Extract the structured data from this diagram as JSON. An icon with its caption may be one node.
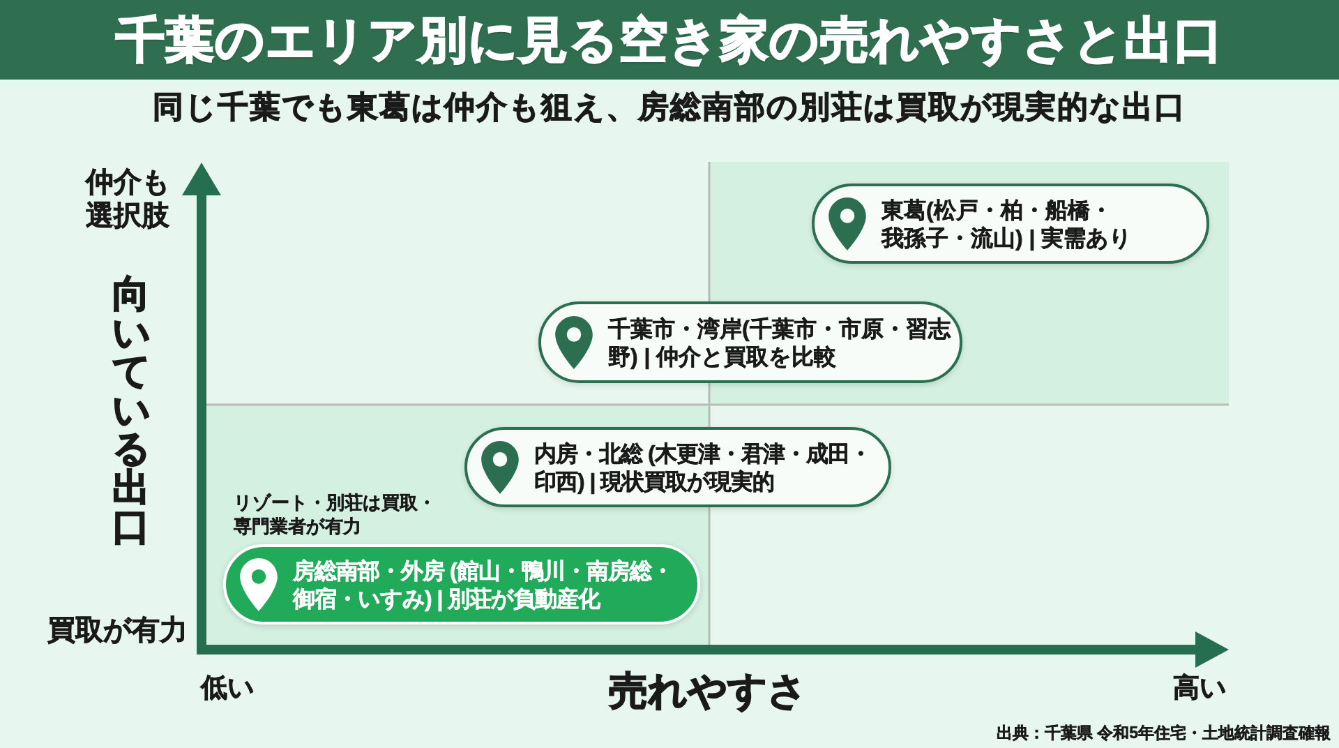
{
  "diagram": {
    "title": "千葉のエリア別に見る空き家の売れやすさと出口",
    "nodes": [
      {
        "text": [
          "東葛(松戸・柏・船橋・我孫子・流山) | 実需あり"
        ]
      },
      {
        "text": [
          "千葉市・湾岸(千葉市・市原・習志野) | 仲介と買取を比較"
        ]
      },
      {
        "text": [
          "内房・北総 (木更津・君津・成田・印西) | 現状買取が現実的"
        ]
      },
      {
        "text": [
          "房総南部・外房 (館山・鴨川・南房総・御宿・いすみ) | 別荘が負動産化"
        ],
        "beside": [
          "リゾート・別荘は買取・専門業者が有力"
        ]
      }
    ],
    "labels": [
      "同じ千葉でも東葛は仲介も狙え、房総南部の別荘は買取が現実的な出口",
      "仲介も選択肢",
      "向いている出口",
      "買取が有力",
      "低い",
      "売れやすさ",
      "高い",
      "出典：千葉県 令和5年住宅・土地統計調査確報"
    ]
  }
}
